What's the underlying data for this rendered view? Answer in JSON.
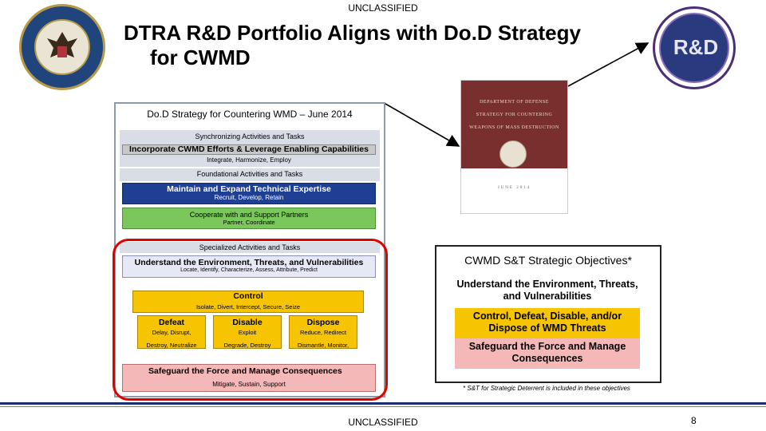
{
  "header": {
    "classification_top": "UNCLASSIFIED",
    "title_line1": "DTRA R&D Portfolio Aligns with Do.D Strategy",
    "title_line2": "for CWMD"
  },
  "seal_right_text": "R&D",
  "diagram": {
    "title": "Do.D Strategy for Countering WMD – June 2014",
    "synchronizing": {
      "heading": "Synchronizing Activities and Tasks",
      "bar": "Incorporate CWMD Efforts & Leverage Enabling Capabilities",
      "sub": "Integrate, Harmonize, Employ"
    },
    "foundational": {
      "heading": "Foundational Activities and Tasks",
      "blue_title": "Maintain and Expand Technical Expertise",
      "blue_sub": "Recruit, Develop, Retain",
      "green_title": "Cooperate with and Support Partners",
      "green_sub": "Partner, Coordinate"
    },
    "specialized": {
      "heading": "Specialized Activities and Tasks",
      "understand_title": "Understand the Environment, Threats, and Vulnerabilities",
      "understand_sub": "Locate, Identify, Characterize, Assess, Attribute, Predict",
      "control_title": "Control",
      "control_sub": "Isolate, Divert, Intercept, Secure, Seize",
      "columns": [
        {
          "title": "Defeat",
          "sub1": "Delay, Disrupt,",
          "sub2": "Destroy, Neutralize"
        },
        {
          "title": "Disable",
          "sub1": "Exploit",
          "sub2": "Degrade, Destroy"
        },
        {
          "title": "Dispose",
          "sub1": "Reduce, Redirect",
          "sub2": "Dismantle, Monitor,"
        }
      ],
      "safeguard_title": "Safeguard the Force and Manage Consequences",
      "safeguard_sub": "Mitigate, Sustain, Support"
    }
  },
  "book": {
    "line1": "DEPARTMENT OF DEFENSE",
    "line2": "STRATEGY FOR COUNTERING",
    "line3": "WEAPONS OF MASS DESTRUCTION",
    "date": "JUNE 2014"
  },
  "objectives": {
    "title": "CWMD S&T Strategic Objectives*",
    "items": [
      "Understand the Environment, Threats, and Vulnerabilities",
      "Control, Defeat, Disable, and/or Dispose of WMD Threats",
      "Safeguard the Force and Manage Consequences"
    ],
    "footnote": "* S&T for Strategic Deterrent is included in these objectives"
  },
  "footer": {
    "classification_bottom": "UNCLASSIFIED",
    "page_number": "8"
  },
  "colors": {
    "navy": "#1f3f95",
    "green": "#7ac85b",
    "gold": "#f6c400",
    "pink": "#f5b8b8",
    "highlight_red": "#e00000",
    "book_maroon": "#7a2f2f"
  }
}
